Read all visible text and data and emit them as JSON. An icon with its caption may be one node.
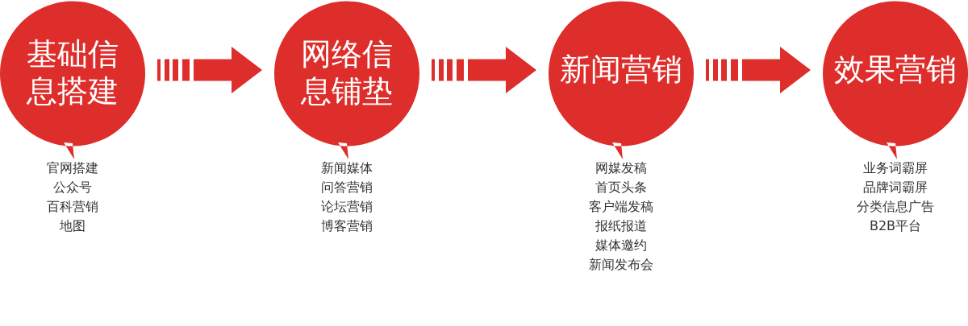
{
  "diagram": {
    "nodes": [
      {
        "text": [
          "基础信息搭建"
        ],
        "beside": [
          "官网搭建",
          "公众号",
          "百科营销",
          "地图"
        ]
      },
      {
        "text": [
          "网络信息铺垫"
        ],
        "beside": [
          "新闻媒体",
          "问答营销",
          "论坛营销",
          "博客营销"
        ]
      },
      {
        "text": [
          "新闻营销"
        ],
        "beside": [
          "网媒发稿",
          "首页头条",
          "客户端发稿",
          "报纸报道",
          "媒体邀约",
          "新闻发布会"
        ]
      },
      {
        "text": [
          "效果营销"
        ],
        "beside": [
          "业务词霸屏",
          "品牌词霸屏",
          "分类信息广告",
          "B2B平台"
        ]
      }
    ],
    "edges": [
      {
        "from": 0,
        "to": 1,
        "arrow": "to"
      },
      {
        "from": 1,
        "to": 2,
        "arrow": "to"
      },
      {
        "from": 2,
        "to": 3,
        "arrow": "to"
      }
    ]
  }
}
